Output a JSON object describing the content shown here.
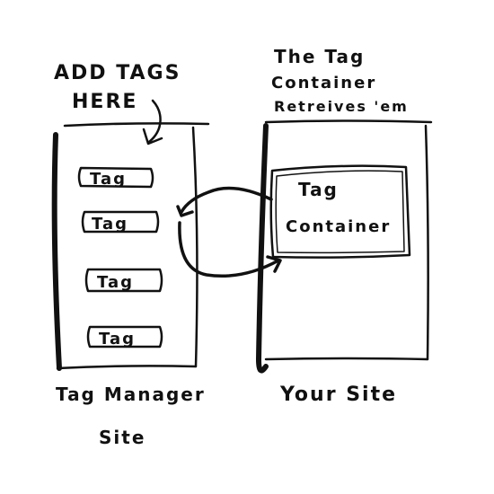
{
  "left_panel": {
    "caption_line1": "ADD TAGS",
    "caption_line2": "HERE",
    "tags": [
      "Tag",
      "Tag",
      "Tag",
      "Tag"
    ],
    "footer_line1": "Tag Manager",
    "footer_line2": "Site"
  },
  "right_panel": {
    "caption_line1": "The Tag",
    "caption_line2": "Container",
    "caption_line3": "Retreives 'em",
    "container_line1": "Tag",
    "container_line2": "Container",
    "footer": "Your Site"
  },
  "colors": {
    "ink": "#111111",
    "paper": "#ffffff"
  }
}
